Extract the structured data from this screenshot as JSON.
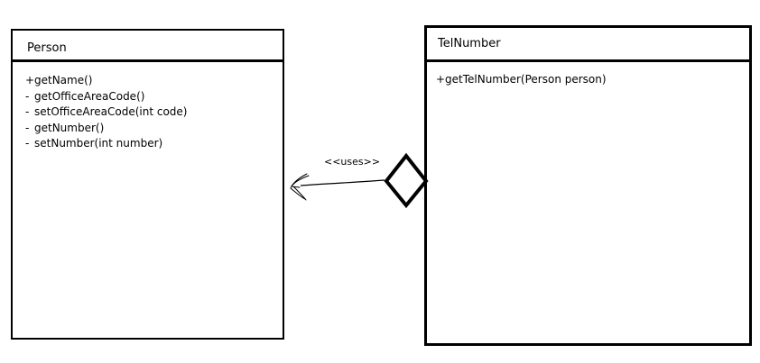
{
  "classes": {
    "person": {
      "name": "Person",
      "operations": [
        {
          "visibility": "+",
          "signature": "getName()"
        },
        {
          "visibility": "-",
          "signature": "getOfficeAreaCode()"
        },
        {
          "visibility": "-",
          "signature": "setOfficeAreaCode(int code)"
        },
        {
          "visibility": "-",
          "signature": "getNumber()"
        },
        {
          "visibility": "-",
          "signature": "setNumber(int number)"
        }
      ]
    },
    "telnumber": {
      "name": "TelNumber",
      "operations": [
        {
          "visibility": "+",
          "signature": "getTelNumber(Person person)"
        }
      ]
    }
  },
  "association": {
    "stereotype": "<<uses>>",
    "source_end": "diamond",
    "target_end": "open-arrow",
    "line_color": "#000000"
  }
}
